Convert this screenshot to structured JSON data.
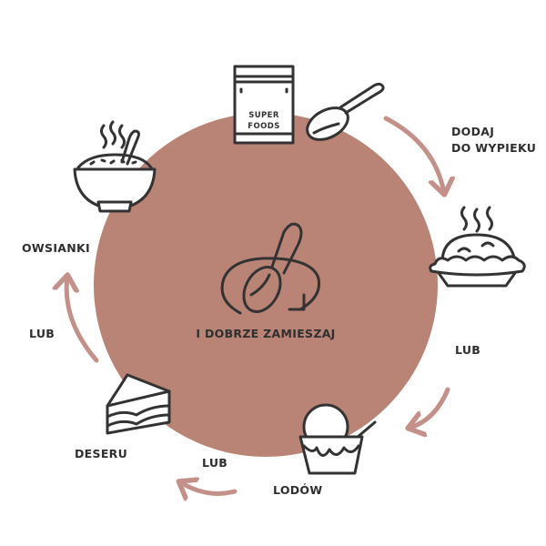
{
  "colors": {
    "circle": "#b98476",
    "arrow": "#c4918a",
    "line": "#333333",
    "text": "#2f2f2f"
  },
  "labels": {
    "center": "I DOBRZE ZAMIESZAJ",
    "dodaj_line1": "DODAJ",
    "dodaj_line2": "DO WYPIEKU",
    "lub_right": "LUB",
    "lodow": "LODÓW",
    "lub_bottom": "LUB",
    "deseru": "DESERU",
    "lub_left": "LUB",
    "owsianki": "OWSIANKI",
    "pack_line1": "SUPER",
    "pack_line2": "FOODS"
  },
  "icons": [
    "superfoods-pack-icon",
    "spoon-icon",
    "pie-icon",
    "ice-cream-icon",
    "cake-slice-icon",
    "porridge-bowl-icon",
    "stirring-spoon-icon"
  ]
}
